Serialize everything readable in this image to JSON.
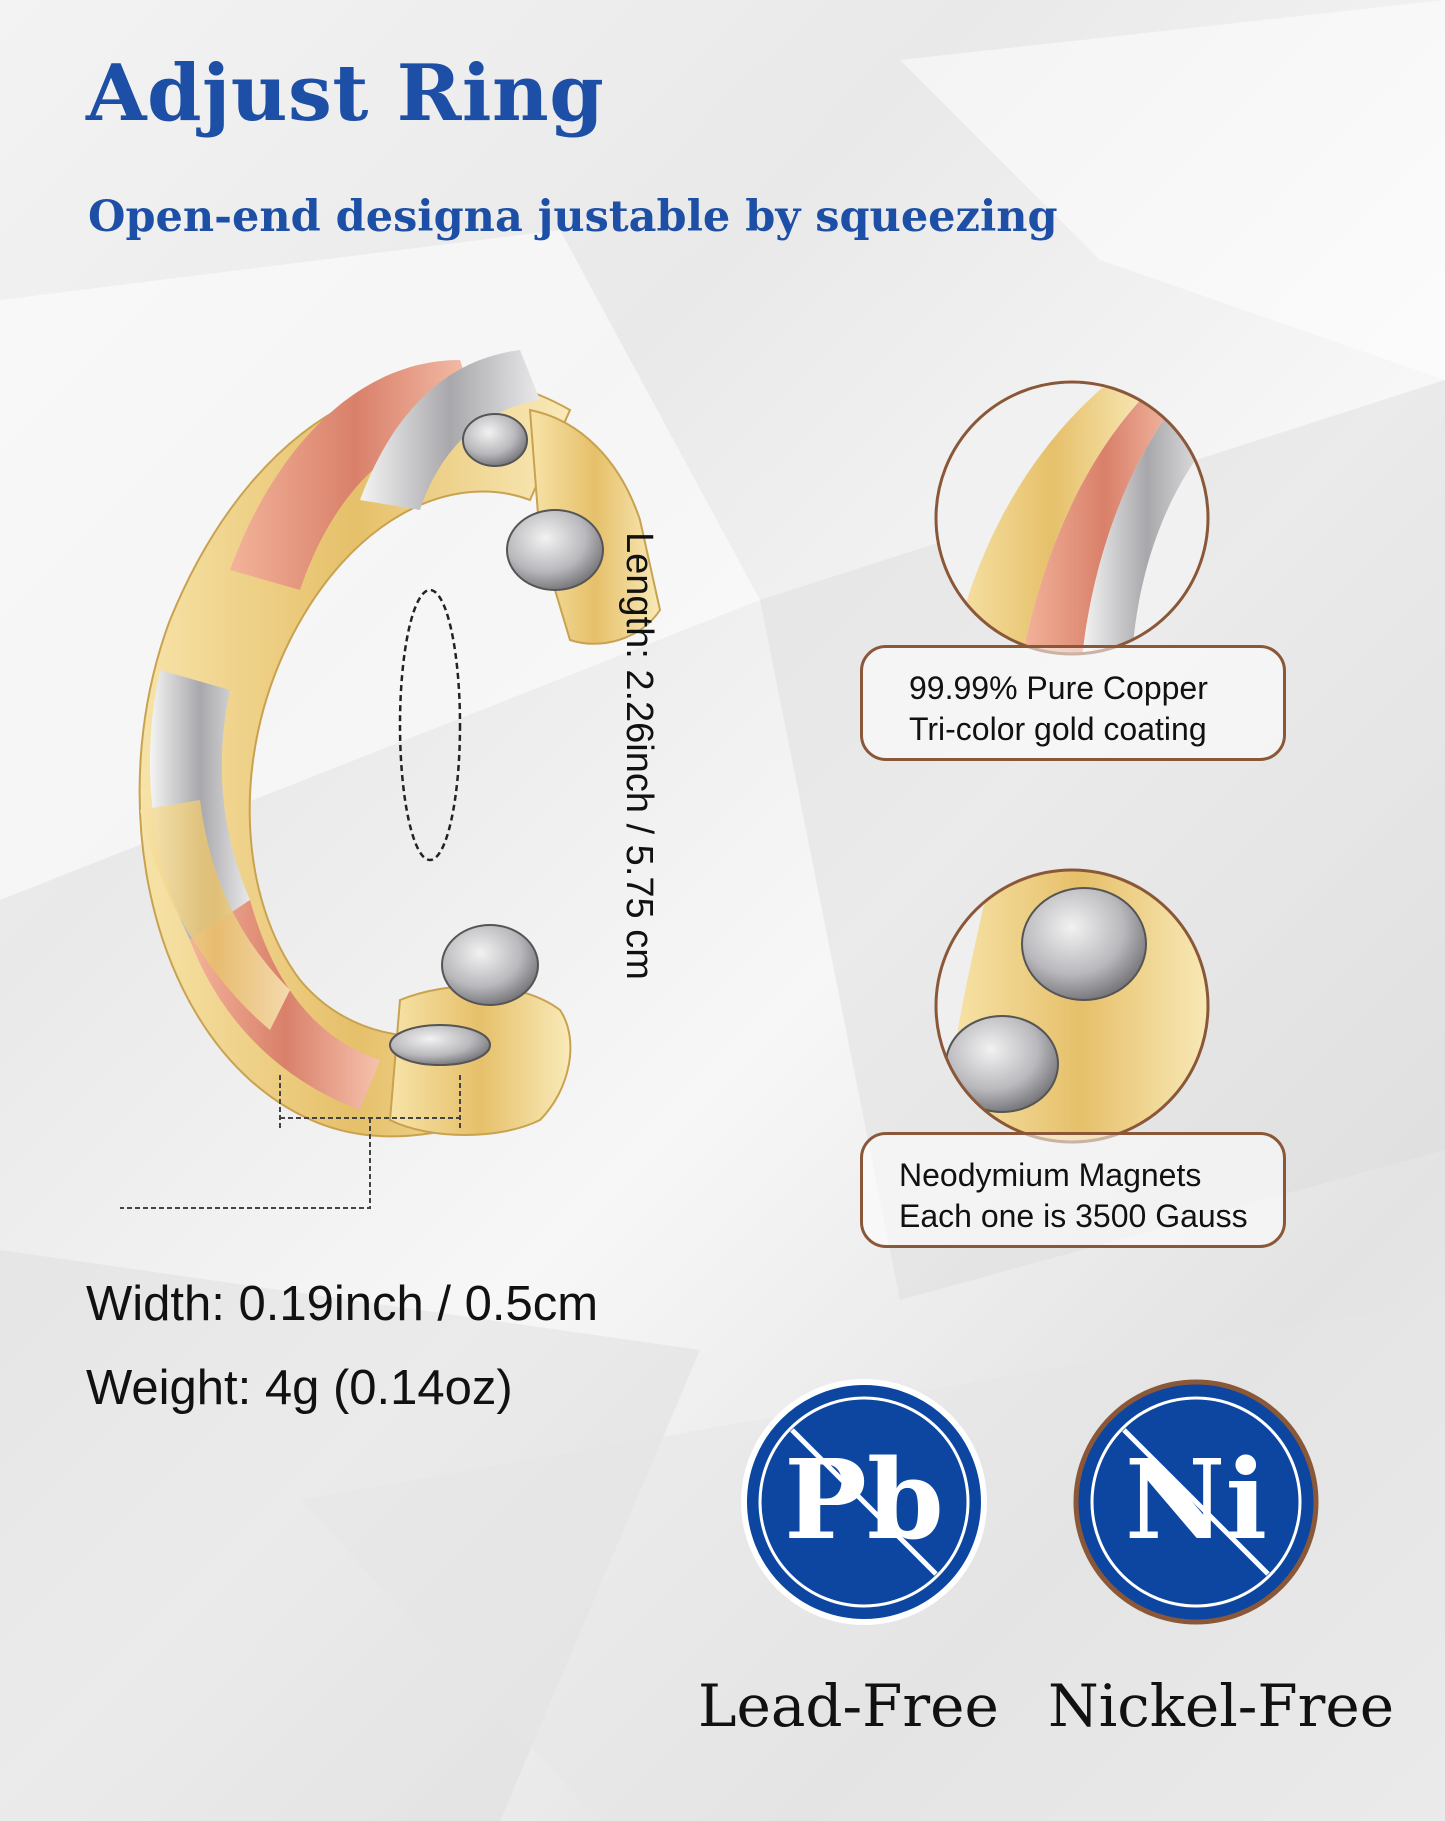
{
  "header": {
    "title": "Adjust Ring",
    "subtitle": "Open-end designa justable by squeezing"
  },
  "dimensions": {
    "length": "Length: 2.26inch / 5.75 cm",
    "width": "Width: 0.19inch / 0.5cm",
    "weight": "Weight: 4g (0.14oz)"
  },
  "features": {
    "coating": {
      "line1": "99.99% Pure Copper",
      "line2": "Tri-color gold coating"
    },
    "magnets": {
      "line1": "Neodymium Magnets",
      "line2": "Each one is 3500 Gauss"
    }
  },
  "badges": {
    "lead": {
      "symbol": "Pb",
      "caption": "Lead-Free"
    },
    "nickel": {
      "symbol": "Ni",
      "caption": "Nickel-Free"
    }
  },
  "colors": {
    "brand_blue": "#1d4fa6",
    "badge_blue": "#0d46a0",
    "callout_border": "#8a5838",
    "gold": "#e9c876",
    "rose": "#e2927a",
    "silver": "#c9c9cc"
  }
}
